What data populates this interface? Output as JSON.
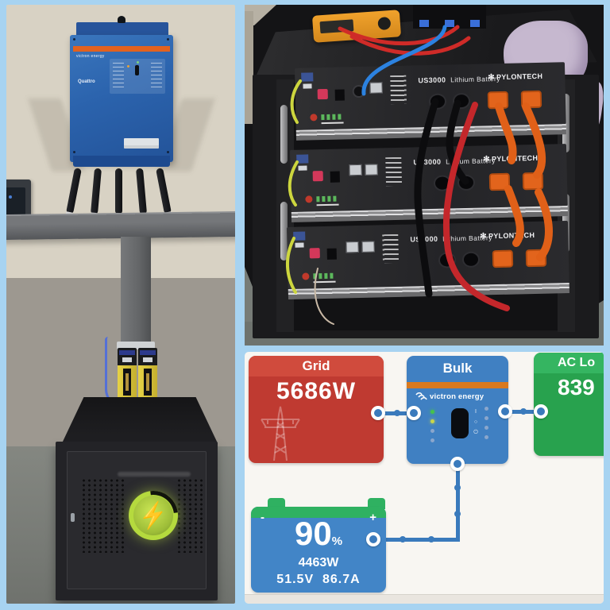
{
  "collage": {
    "frame_color": "#a7d3f1",
    "panels": [
      "inverter-install-photo",
      "battery-rack-photo",
      "gx-monitor-ui"
    ]
  },
  "inverter_photo": {
    "brand": "victron energy",
    "model": "Quattro",
    "body_color": "#2b63ad",
    "stripe_color": "#e2621f",
    "cabinet_logo": "lightning-bolt",
    "cabinet_logo_color": "#b5da3e",
    "bolt_glyph": "⚡"
  },
  "rack_photo": {
    "modules": [
      {
        "model": "US3000",
        "type": "Lithium Battery",
        "brand": "PYLONTECH",
        "flower": "✻"
      },
      {
        "model": "US3000",
        "type": "Lithium Battery",
        "brand": "PYLONTECH",
        "flower": "✻"
      },
      {
        "model": "US3000",
        "type": "Lithium Battery",
        "brand": "PYLONTECH",
        "flower": "✻"
      }
    ]
  },
  "monitor_ui": {
    "grid": {
      "label": "Grid",
      "value": "5686W",
      "body_color": "#bf3a31",
      "header_color": "#d04b3d"
    },
    "inverter": {
      "state": "Bulk",
      "brand": "victron energy",
      "body_color": "#4080c2",
      "stripe_color": "#d9791e",
      "switch_markings": [
        "I",
        "○",
        "⏻"
      ],
      "led_colors": {
        "lit_green": "#46c24b",
        "lit_yellow": "#c9d64b",
        "off": "#8aa6cc"
      }
    },
    "ac_loads": {
      "label": "AC Lo",
      "value": "839",
      "body_color": "#28a24e",
      "header_color": "#35b561"
    },
    "battery": {
      "soc": "90",
      "soc_unit": "%",
      "power": "4463W",
      "voltage": "51.5V",
      "current": "86.7A",
      "minus": "-",
      "plus": "+",
      "body_color": "#4285c7",
      "top_color": "#2fb161"
    },
    "link_color": "#3a7abc"
  }
}
